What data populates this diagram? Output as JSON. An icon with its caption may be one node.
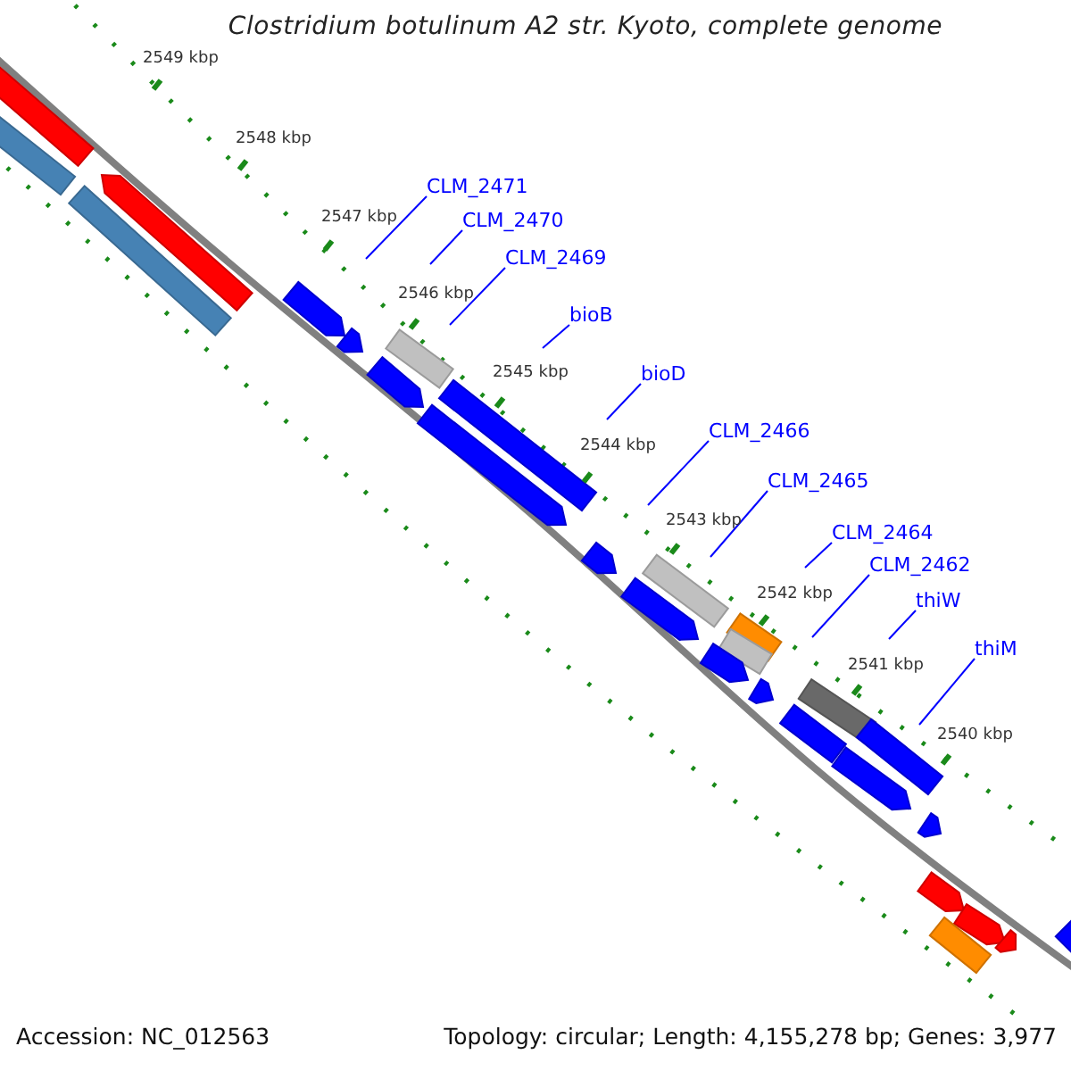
{
  "diagram": {
    "title": "Clostridium botulinum A2 str. Kyoto, complete genome",
    "nodes": [
      {
        "text": [
          "CLM_2471"
        ]
      },
      {
        "text": [
          "CLM_2470"
        ]
      },
      {
        "text": [
          "CLM_2469"
        ]
      },
      {
        "text": [
          "bioB"
        ]
      },
      {
        "text": [
          "bioD"
        ]
      },
      {
        "text": [
          "CLM_2466"
        ]
      },
      {
        "text": [
          "CLM_2465"
        ]
      },
      {
        "text": [
          "CLM_2464"
        ]
      },
      {
        "text": [
          "CLM_2462"
        ]
      },
      {
        "text": [
          "thiW"
        ]
      },
      {
        "text": [
          "thiM"
        ]
      }
    ],
    "edges": [
      {
        "from": 0,
        "to": null,
        "arrow": "none"
      },
      {
        "from": 1,
        "to": null,
        "arrow": "none"
      },
      {
        "from": 2,
        "to": null,
        "arrow": "none"
      },
      {
        "from": 3,
        "to": null,
        "arrow": "none"
      },
      {
        "from": 4,
        "to": null,
        "arrow": "none"
      },
      {
        "from": 5,
        "to": null,
        "arrow": "none"
      },
      {
        "from": 6,
        "to": null,
        "arrow": "none"
      },
      {
        "from": 7,
        "to": null,
        "arrow": "none"
      },
      {
        "from": 8,
        "to": null,
        "arrow": "none"
      },
      {
        "from": 9,
        "to": null,
        "arrow": "none"
      },
      {
        "from": 10,
        "to": null,
        "arrow": "none"
      }
    ],
    "labels": [
      "2549 kbp",
      "2548 kbp",
      "2547 kbp",
      "2546 kbp",
      "2545 kbp",
      "2544 kbp",
      "2543 kbp",
      "2542 kbp",
      "2541 kbp",
      "2540 kbp",
      "Accession: NC_012563",
      "Topology: circular; Length: 4,155,278 bp; Genes: 3,977"
    ]
  }
}
